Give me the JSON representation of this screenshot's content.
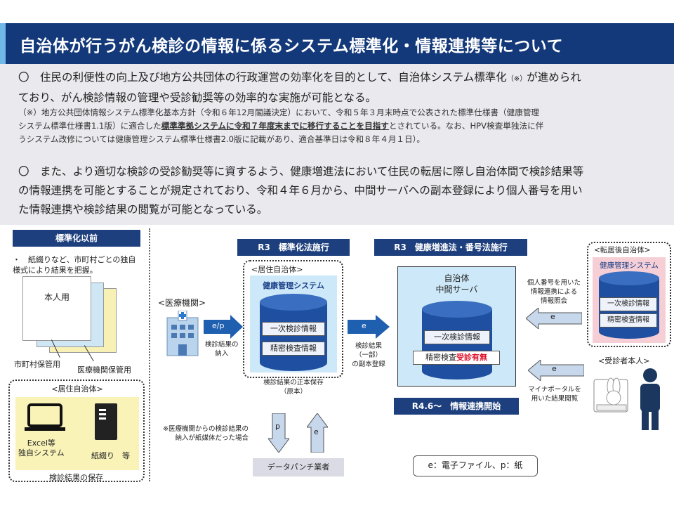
{
  "title": "自治体が行うがん検診の情報に係るシステム標準化・情報連携等について",
  "summary": {
    "para1_line1": "〇　住民の利便性の向上及び地方公共団体の行政運営の効率化を目的として、自治体システム標準化",
    "para1_mark": "（※）",
    "para1_line1_end": "が進められ",
    "para1_line2": "ており、がん検診情報の管理や受診勧奨等の効率的な実施が可能となる。",
    "note_line1": "（※）地方公共団体情報システム標準化基本方針（令和６年12月閣議決定）において、令和５年３月末時点で公表された標準仕様書（健康管理",
    "note_line2_a": "システム標準仕様書1.1版）に適合した",
    "note_line2_bold": "標準準拠システムに令和７年度末までに移行することを目指す",
    "note_line2_b": "とされている。なお、HPV検査単独法に伴",
    "note_line3": "うシステム改修については健康管理システム標準仕様書2.0版に記載があり、適合基準日は令和８年４月１日）。",
    "para2_line1": "〇　また、より適切な検診の受診勧奨等に資するよう、健康増進法において住民の転居に際し自治体間で検診結果等",
    "para2_line2": "の情報連携を可能とすることが規定されており、令和４年６月から、中間サーバへの副本登録により個人番号を用い",
    "para2_line3": "た情報連携や検診結果の閲覧が可能となっている。"
  },
  "before": {
    "header": "標準化以前",
    "bullet_line1": "・　紙綴りなど、市町村ごとの独自",
    "bullet_line2": "様式により結果を把握。",
    "card_self": "本人用",
    "card_city": "市町村保管用",
    "card_medical": "医療機関保管用",
    "residence_label": "<居住自治体>",
    "excel_label_1": "Excel等",
    "excel_label_2": "独自システム",
    "binder_label": "紙綴り　等",
    "storage_label": "検診結果の保存"
  },
  "medical": {
    "label": "<医療機関>",
    "arrow_label": "e/p",
    "send_line1": "検診結果の",
    "send_line2": "納入"
  },
  "r3_std": {
    "header": "R3　標準化法施行",
    "residence_label": "<居住自治体>",
    "system_title": "健康管理システム",
    "item1": "一次検診情報",
    "item2": "精密検査情報",
    "storage_line1": "検診結果の正本保存",
    "storage_line2": "（原本）"
  },
  "register": {
    "arrow_label": "e",
    "line1": "検診結果",
    "line2": "（一部）",
    "line3": "の副本登録"
  },
  "r3_health": {
    "header": "R3　健康増進法・番号法施行",
    "server_line1": "自治体",
    "server_line2": "中間サーバ",
    "item1": "一次検診情報",
    "item2_a": "精密検査",
    "item2_b": "受診有無",
    "start_label": "R4.6～　情報連携開始"
  },
  "paper": {
    "note_line1": "※医療機関からの検診結果の",
    "note_line2": "納入が紙媒体だった場合",
    "down_label": "p",
    "up_label": "e",
    "vendor": "データパンチ業者"
  },
  "legend": "e：電子ファイル、p：紙",
  "moved": {
    "label": "<転居後自治体>",
    "system_title": "健康管理システム",
    "item1": "一次検診情報",
    "item2": "精密検査情報",
    "query_line1": "個人番号を用いた",
    "query_line2": "情報連携による",
    "query_line3": "情報照会",
    "arrow_label": "e"
  },
  "person": {
    "label": "<受診者本人>",
    "arrow_label": "e",
    "portal_line1": "マイナポータルを",
    "portal_line2": "用いた結果閲覧"
  },
  "colors": {
    "title_bg": "#13397a",
    "header_bg": "#1d3f7d",
    "server_bg": "#cde8f8",
    "db_blue": "#1f4fa0",
    "moved_bg": "#f6cfd6",
    "arrow_blue": "#1e5fb0",
    "arrow_light": "#c7d7ec",
    "alert_red": "#e0102a"
  }
}
